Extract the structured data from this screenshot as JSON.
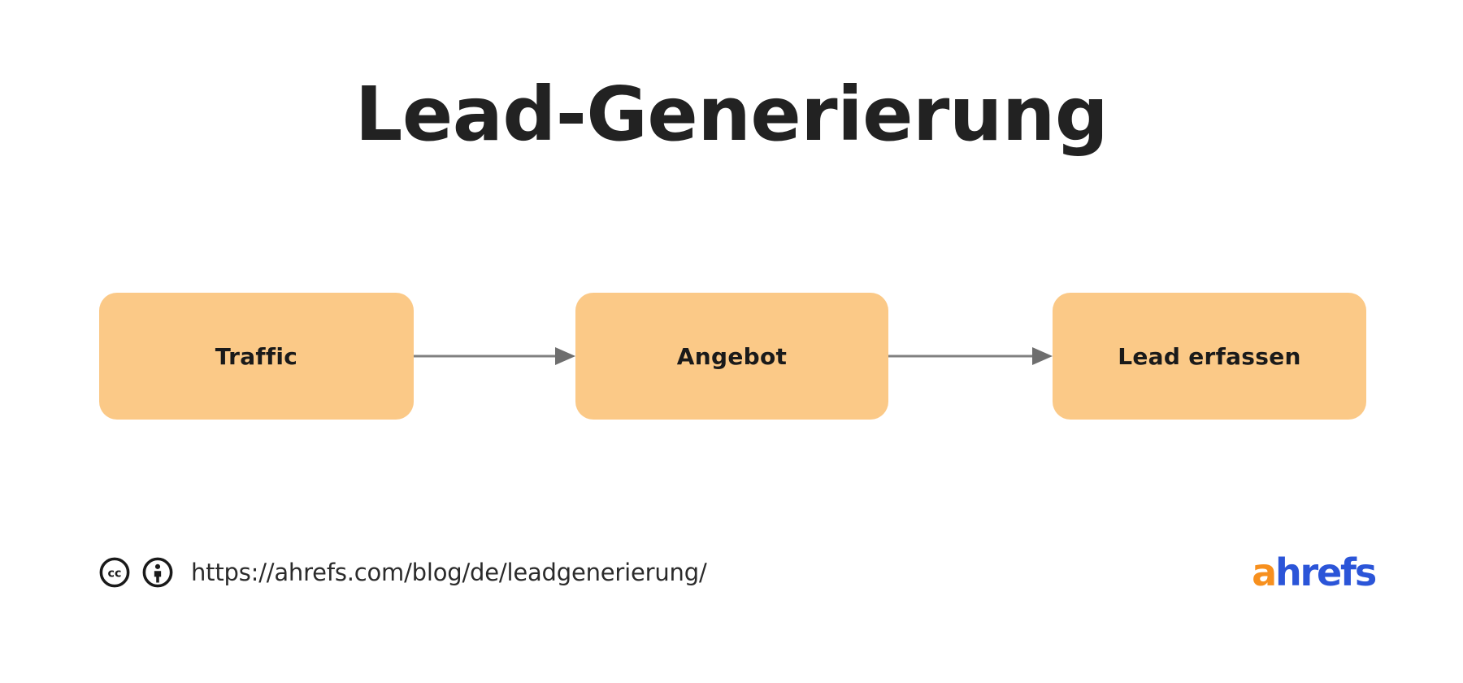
{
  "page": {
    "title": "Lead-Generierung",
    "background_color": "#ffffff"
  },
  "diagram": {
    "type": "flow",
    "node_fill_color": "#fbc987",
    "node_text_color": "#1a1a1a",
    "arrow_color": "#808080",
    "nodes": [
      {
        "id": "traffic",
        "label": "Traffic"
      },
      {
        "id": "angebot",
        "label": "Angebot"
      },
      {
        "id": "lead-erfassen",
        "label": "Lead erfassen"
      }
    ],
    "connectors": [
      {
        "from": "traffic",
        "to": "angebot",
        "icon": "arrow-right-icon"
      },
      {
        "from": "angebot",
        "to": "lead-erfassen",
        "icon": "arrow-right-icon"
      }
    ]
  },
  "footer": {
    "license": {
      "badges": [
        {
          "name": "creative-commons-icon",
          "label": "cc"
        },
        {
          "name": "cc-by-attribution-icon",
          "label": "by"
        }
      ]
    },
    "url": "https://ahrefs.com/blog/de/leadgenerierung/",
    "brand": {
      "name": "ahrefs",
      "first_letter": "a",
      "rest": "hrefs",
      "accent_color": "#f7901e",
      "primary_color": "#2b55d8"
    }
  }
}
